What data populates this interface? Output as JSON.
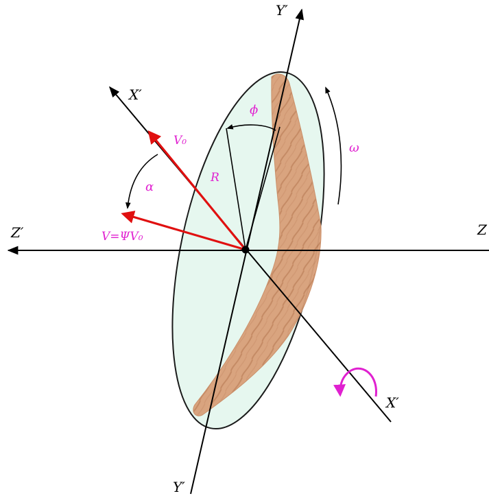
{
  "labels": {
    "z_prime": "Z′",
    "z": "Z",
    "y_prime_top": "Y′",
    "y_prime_bottom": "Y′",
    "x_prime_top": "X′",
    "x_prime_bottom": "X′",
    "v0": "V₀",
    "v": "V=ΨV₀",
    "alpha": "α",
    "r": "R",
    "phi": "ϕ",
    "omega": "ω"
  },
  "colors": {
    "axis": "#000000",
    "velocity_vectors": "#e01010",
    "disc_fill": "#e6f7ef",
    "boomerang": "#d9a07a",
    "symbol_labels": "#e020d0"
  }
}
